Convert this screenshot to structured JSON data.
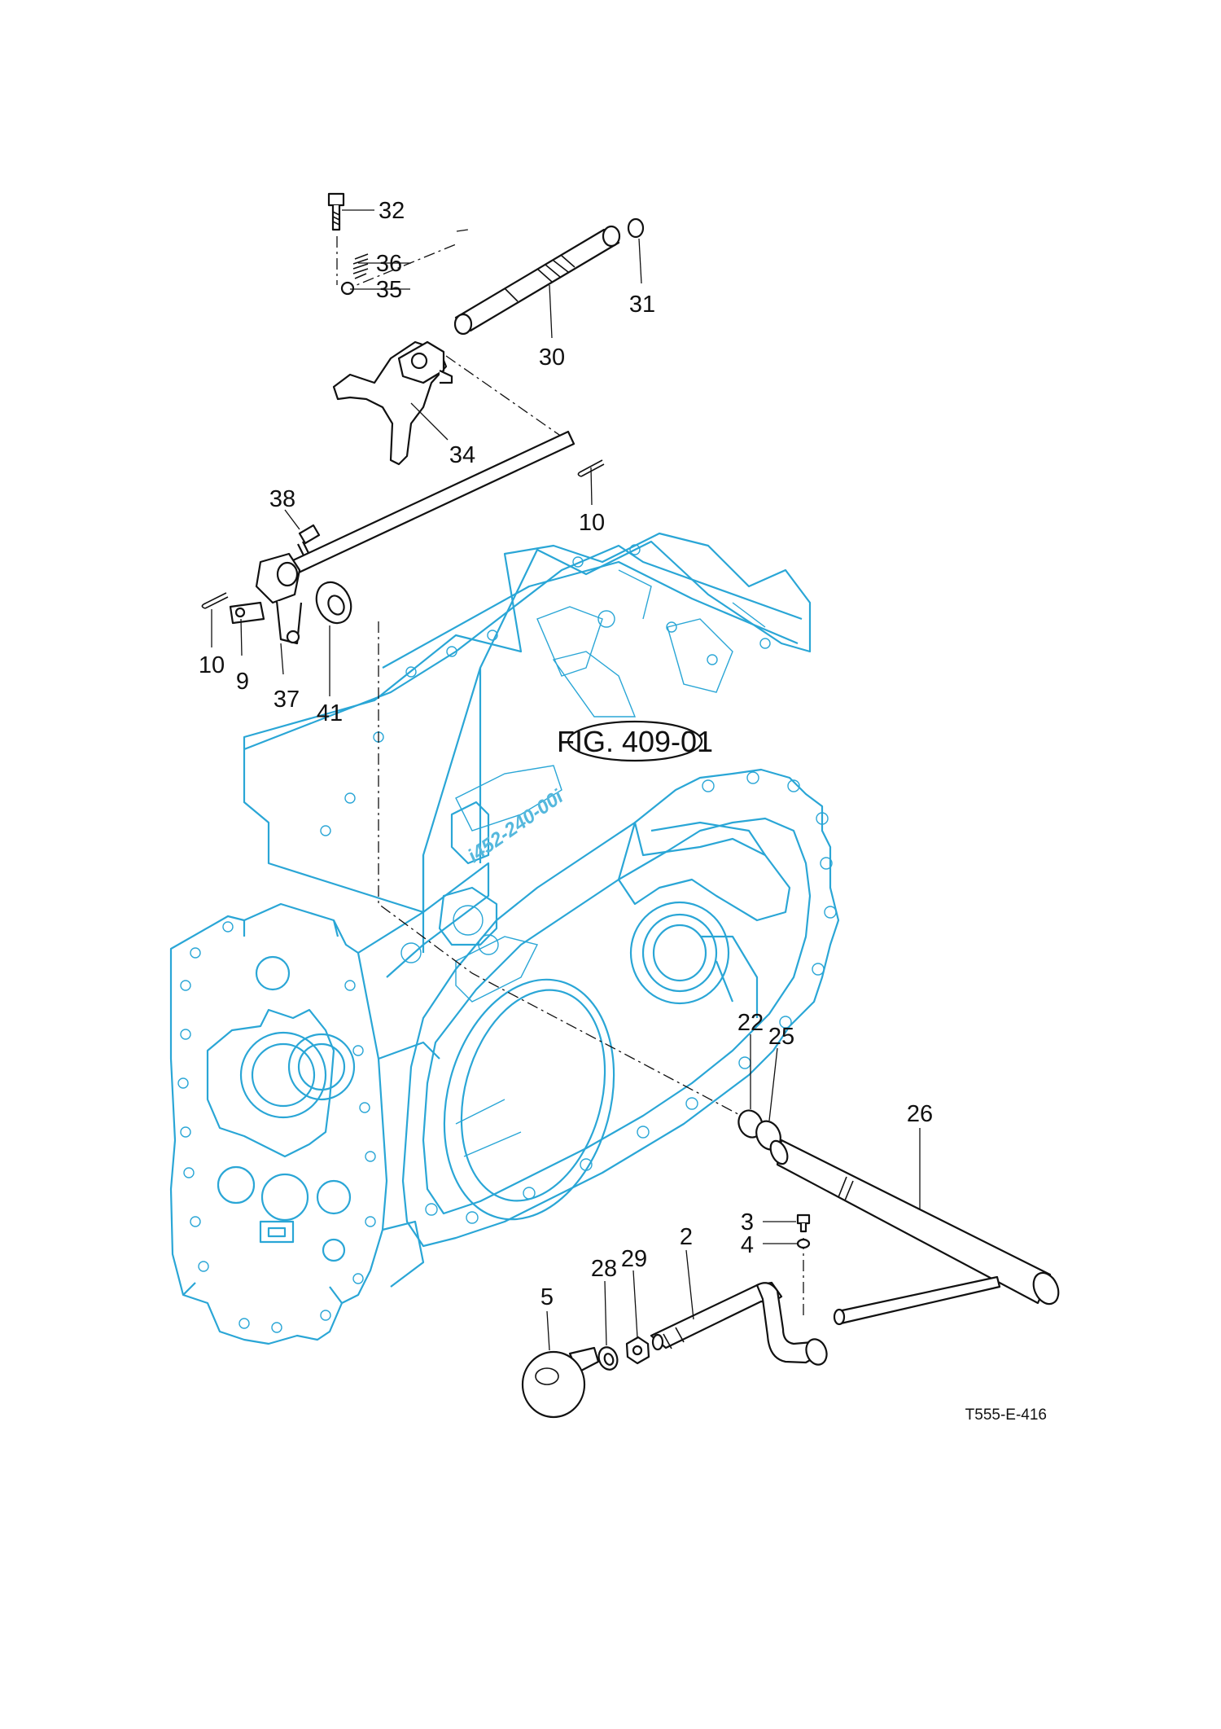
{
  "figure": {
    "reference_label": "FIG. 409-01",
    "drawing_number": "T555-E-416",
    "housing_marking": "i452-240-00i"
  },
  "callouts": {
    "p32": "32",
    "p36": "36",
    "p35": "35",
    "p31": "31",
    "p30": "30",
    "p34": "34",
    "p38": "38",
    "p10_top": "10",
    "p10_left": "10",
    "p9": "9",
    "p37": "37",
    "p41": "41",
    "p22": "22",
    "p25": "25",
    "p26": "26",
    "p3": "3",
    "p4": "4",
    "p2": "2",
    "p28": "28",
    "p29": "29",
    "p5": "5"
  },
  "colors": {
    "housing_outline": "#2aa6d6",
    "part_outline": "#111111",
    "background": "#ffffff"
  }
}
